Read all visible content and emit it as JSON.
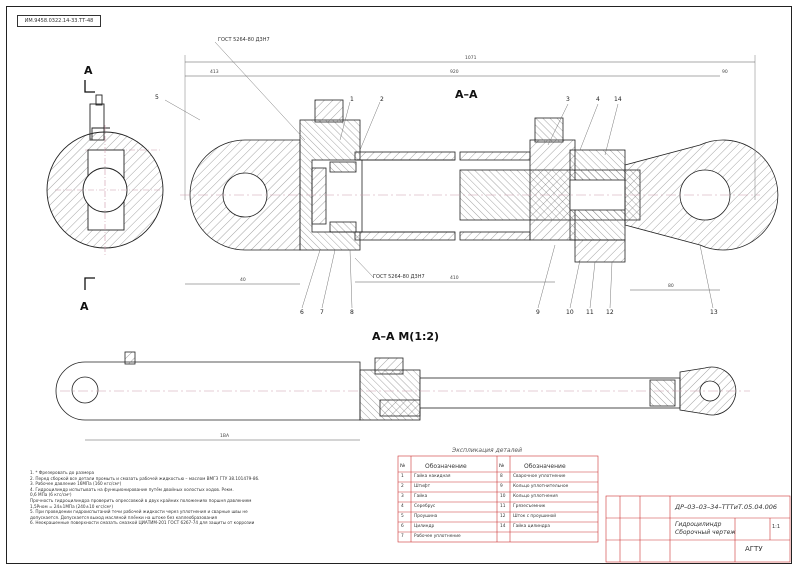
{
  "stamp": "ИМ.9458.0322.14-33.ТТ-48",
  "views": {
    "section_main": "A–A",
    "section_scaled": "A–A  M(1:2)",
    "side_top": "A",
    "side_bottom": "A"
  },
  "callouts": {
    "gost_top": "ГОСТ 5264-80 Д3Н7",
    "gost_bottom": "ГОСТ 5264-80 Д3Н7",
    "left_top": [
      "5",
      "1",
      "2"
    ],
    "right_top": [
      "3",
      "4",
      "14"
    ],
    "left_bottom": [
      "6",
      "7",
      "8"
    ],
    "right_bottom": [
      "9",
      "10",
      "11",
      "12",
      "13"
    ]
  },
  "dimensions": {
    "overall": "1071",
    "middle": "920",
    "left_small": "413",
    "right_small": "90",
    "bottom_left": "40",
    "bottom_mid": "410",
    "bottom_right": "80",
    "lower_length": "1ВА"
  },
  "parts_list": {
    "title": "Экспликация деталей",
    "headers": [
      "№",
      "Обозначение",
      "№",
      "Обозначение"
    ],
    "rows": [
      [
        "1",
        "Гайка накидная",
        "8",
        "Сварочное уплотнение"
      ],
      [
        "2",
        "Штифт",
        "9",
        "Кольцо уплотнительное"
      ],
      [
        "3",
        "Гайка",
        "10",
        "Кольцо уплотнения"
      ],
      [
        "4",
        "Серебрус",
        "11",
        "Грязесъемник"
      ],
      [
        "5",
        "Проушина",
        "12",
        "Шток с проушиной"
      ],
      [
        "6",
        "Цилиндр",
        "14",
        "Гайка цилиндра"
      ],
      [
        "7",
        "Рабочее уплотнение",
        "",
        ""
      ]
    ]
  },
  "notes": [
    "1. * Фрезеровать до размера",
    "2. Перед сборкой все детали промыть и смазать рабочей жидкостью – маслом ВМГЗ ГТУ 38.101479-86.",
    "3. Рабочее давление 16МПа (160 кгс/см²)",
    "4. Гидроцилиндр испытывать на функционирование путём двойных холостых ходов. Рекм.",
    "0,6 МПа (6 кгс/см²)",
    "Прочность гидроцилиндра проверить опрессовкой в двух крайних положениях поршня давлением 1,5Pном = 24±1МПа (240±10 кгс/см²)",
    "5. При проведении гидроиспытаний течи рабочей жидкости через уплотнения и сварные швы не",
    "допускается. Допускается выход масляной плёнки на штоке без каплеобразования",
    "6. Неокрашенные поверхности смазать смазкой ЦИАТИМ-201 ГОСТ 6267-74 для защиты от коррозии"
  ],
  "title_block": {
    "code": "ДР–03–03–34–ТТТиТ.05.04.006",
    "name_line1": "Гидроцилиндр",
    "name_line2": "Сборочный чертеж",
    "org": "АГТУ",
    "sheet_info": "1:1"
  }
}
